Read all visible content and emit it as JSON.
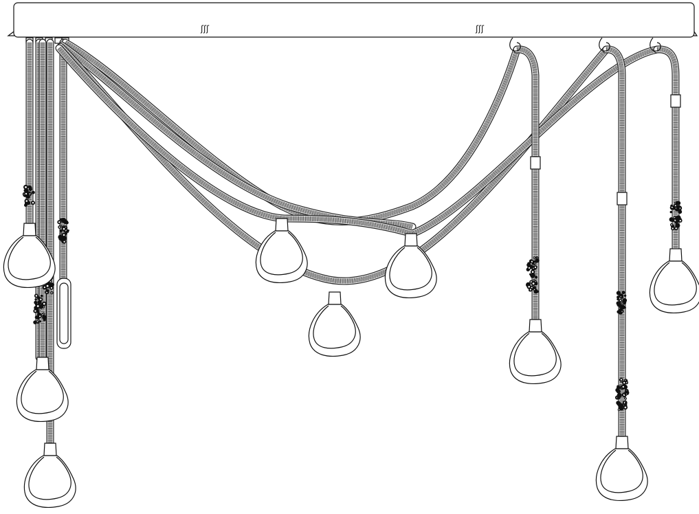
{
  "diagram": {
    "ceiling_logo_marks": [
      "ʃʃʃ",
      "ʃʃʃ"
    ],
    "colors": {
      "line": "#111111",
      "rope_texture": "#555555",
      "background": "#ffffff"
    },
    "components": {
      "canopy": "ceiling-canopy",
      "cables": 10,
      "pendant_bulbs": 9,
      "cable_hooks": 3,
      "cable_clips": 3,
      "decorative_beads_clusters": 7
    }
  }
}
